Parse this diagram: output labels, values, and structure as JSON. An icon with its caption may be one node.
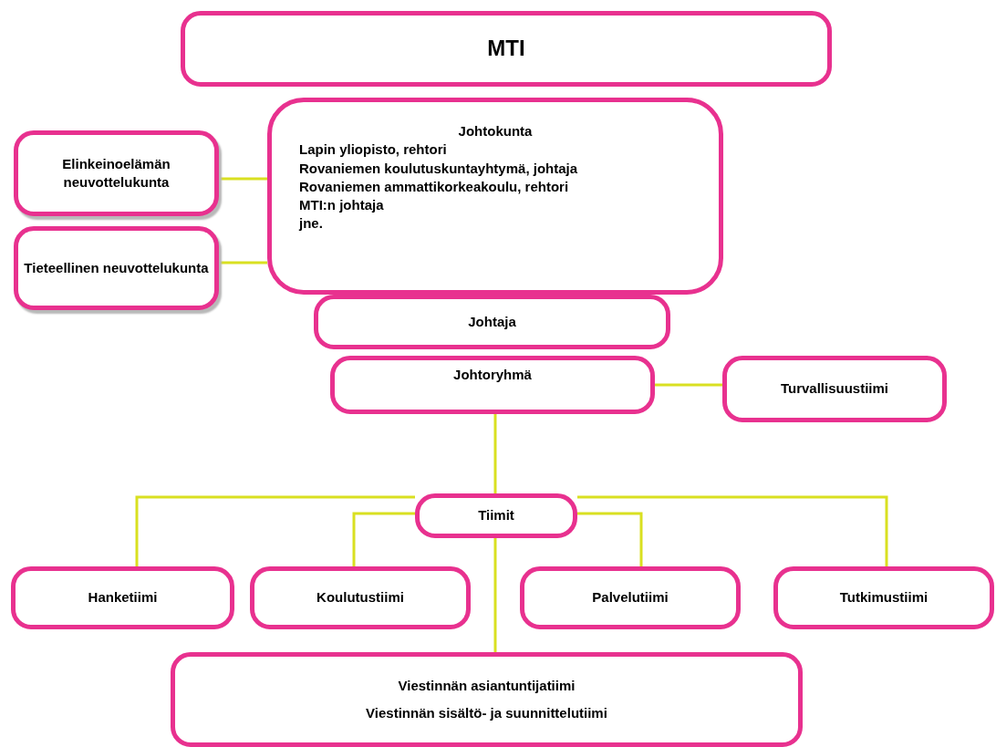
{
  "diagram": {
    "nodes": [
      {
        "text": [
          "MTI"
        ]
      },
      {
        "text": [
          "Johtokunta",
          "Lapin yliopisto, rehtori",
          "Rovaniemen koulutuskuntayhtymä, johtaja",
          "Rovaniemen ammattikorkeakoulu, rehtori",
          "MTI:n johtaja",
          "jne."
        ]
      },
      {
        "text": [
          "Elinkeinoelämän neuvottelukunta"
        ]
      },
      {
        "text": [
          "Tieteellinen neuvottelukunta"
        ]
      },
      {
        "text": [
          "Johtaja"
        ]
      },
      {
        "text": [
          "Johtoryhmä"
        ]
      },
      {
        "text": [
          "Turvallisuustiimi"
        ]
      },
      {
        "text": [
          "Tiimit"
        ]
      },
      {
        "text": [
          "Hanketiimi"
        ]
      },
      {
        "text": [
          "Koulutustiimi"
        ]
      },
      {
        "text": [
          "Palvelutiimi"
        ]
      },
      {
        "text": [
          "Tutkimustiimi"
        ]
      },
      {
        "text": [
          "Viestinnän asiantuntijatiimi",
          "Viestinnän sisältö- ja suunnittelutiimi"
        ]
      }
    ],
    "edges": [
      {
        "from": 2,
        "to": 1,
        "arrow": "none"
      },
      {
        "from": 3,
        "to": 1,
        "arrow": "none"
      },
      {
        "from": 5,
        "to": 6,
        "arrow": "none"
      },
      {
        "from": 5,
        "to": 7,
        "arrow": "none"
      },
      {
        "from": 7,
        "to": 8,
        "arrow": "none"
      },
      {
        "from": 7,
        "to": 9,
        "arrow": "none"
      },
      {
        "from": 7,
        "to": 10,
        "arrow": "none"
      },
      {
        "from": 7,
        "to": 11,
        "arrow": "none"
      },
      {
        "from": 7,
        "to": 12,
        "arrow": "none"
      }
    ]
  }
}
